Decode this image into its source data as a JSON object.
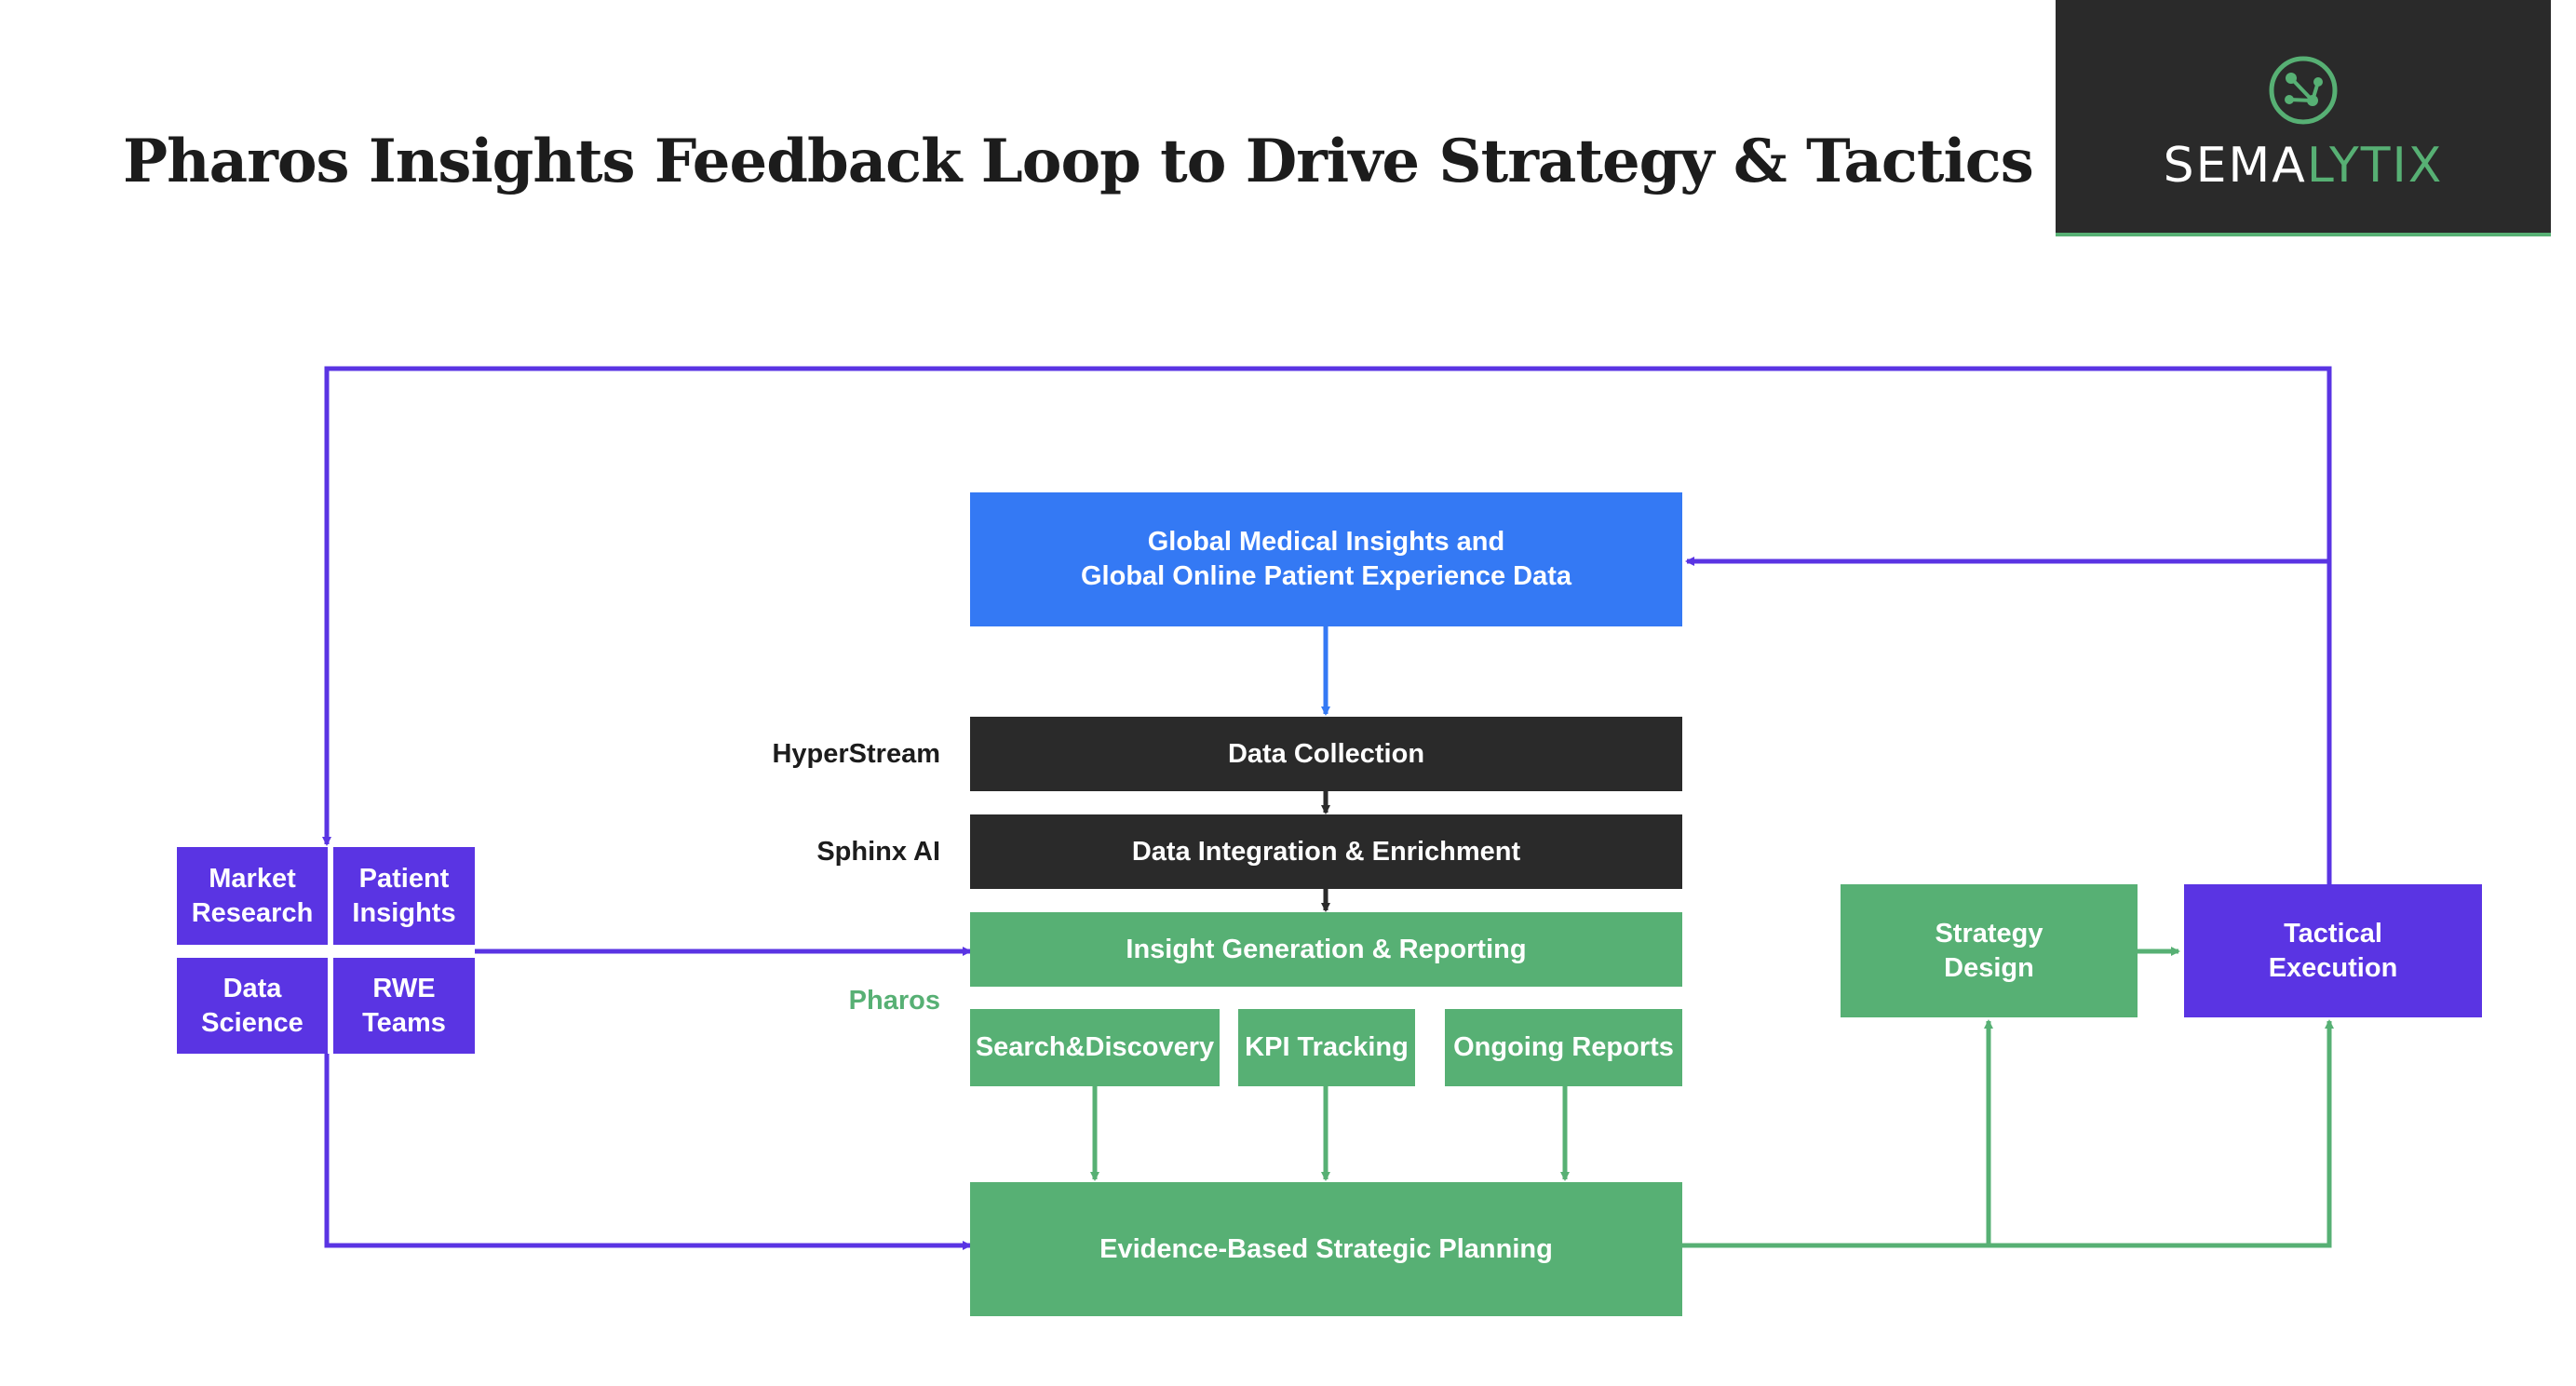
{
  "title": "Pharos Insights Feedback Loop to Drive Strategy & Tactics",
  "logo": {
    "text_a": "SEMA",
    "text_b": "LYTIX"
  },
  "colors": {
    "blue": "#3479f4",
    "dark": "#2a2a2a",
    "green": "#57b074",
    "purple": "#5a34e3"
  },
  "nodes": {
    "global_data": "Global Medical Insights and\nGlobal Online Patient Experience Data",
    "data_collection": "Data Collection",
    "data_integration": "Data Integration & Enrichment",
    "insight_generation": "Insight Generation & Reporting",
    "search_discovery": "Search&Discovery",
    "kpi_tracking": "KPI Tracking",
    "ongoing_reports": "Ongoing Reports",
    "strategic_planning": "Evidence-Based Strategic Planning",
    "strategy_design": "Strategy\nDesign",
    "tactical_execution": "Tactical\nExecution",
    "market_research": "Market\nResearch",
    "patient_insights": "Patient\nInsights",
    "data_science": "Data\nScience",
    "rwe_teams": "RWE\nTeams"
  },
  "side_labels": {
    "hyperstream": "HyperStream",
    "sphinx": "Sphinx AI",
    "pharos": "Pharos"
  }
}
